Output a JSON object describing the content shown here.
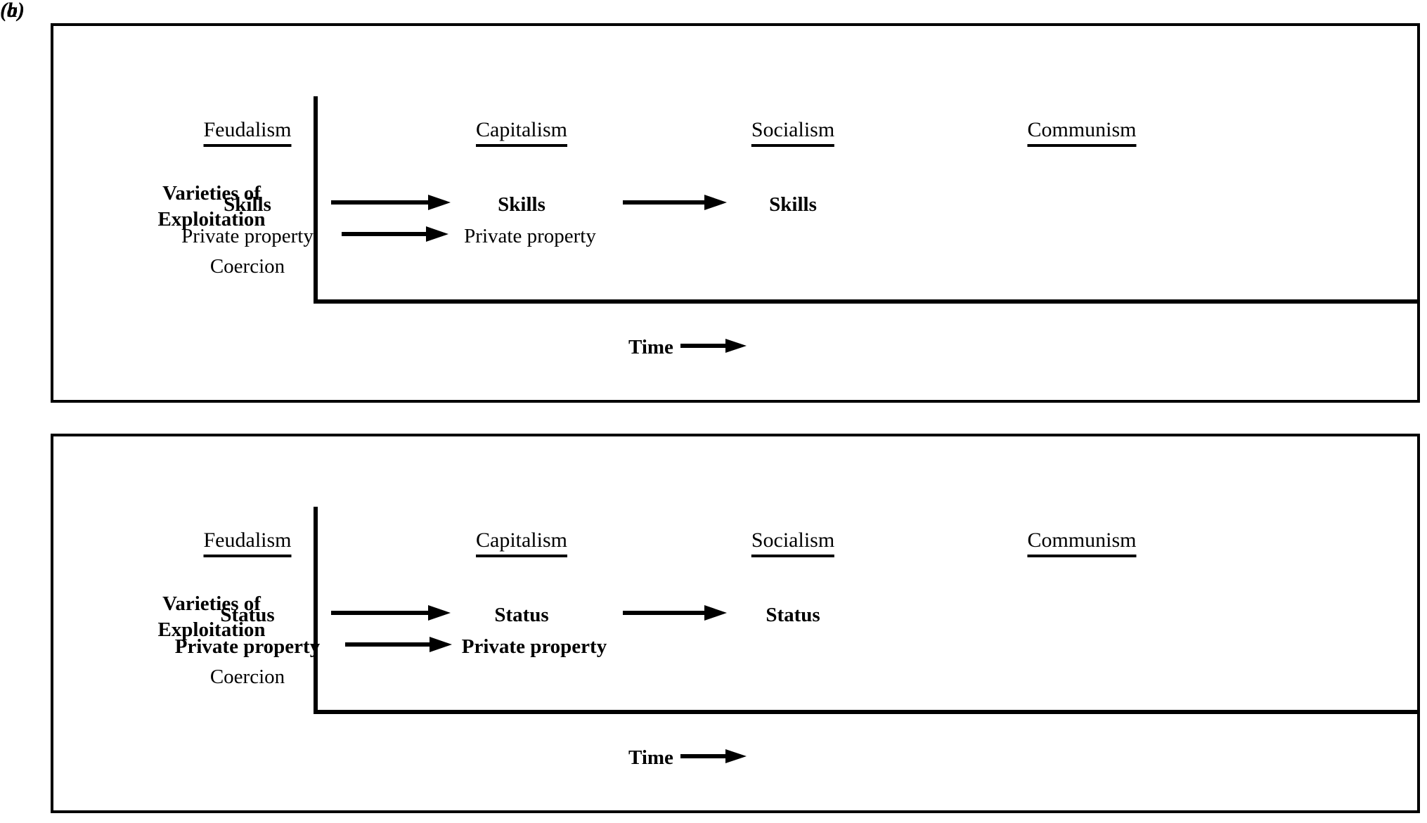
{
  "figure": {
    "background_color": "#ffffff",
    "ink_color": "#000000",
    "panels": [
      {
        "id": "a",
        "label": "(a)",
        "row_label_line1": "Varieties of",
        "row_label_line2": "Exploitation",
        "eras": [
          "Feudalism",
          "Capitalism",
          "Socialism",
          "Communism"
        ],
        "rows": [
          {
            "name": "skills-row",
            "cells": [
              "Skills",
              "Skills",
              "Skills",
              ""
            ],
            "arrows": [
              "feudalism-to-capitalism",
              "capitalism-to-socialism"
            ]
          },
          {
            "name": "private-property-row",
            "cells": [
              "Private property",
              "Private property",
              "",
              ""
            ],
            "arrows": [
              "feudalism-to-capitalism"
            ]
          },
          {
            "name": "coercion-row",
            "cells": [
              "Coercion",
              "",
              "",
              ""
            ],
            "arrows": []
          }
        ],
        "axis_caption": "Time"
      },
      {
        "id": "b",
        "label": "(b)",
        "row_label_line1": "Varieties of",
        "row_label_line2": "Exploitation",
        "eras": [
          "Feudalism",
          "Capitalism",
          "Socialism",
          "Communism"
        ],
        "rows": [
          {
            "name": "status-row",
            "cells": [
              "Status",
              "Status",
              "Status",
              ""
            ],
            "arrows": [
              "feudalism-to-capitalism",
              "capitalism-to-socialism"
            ]
          },
          {
            "name": "private-property-row",
            "cells": [
              "Private property",
              "Private property",
              "",
              ""
            ],
            "arrows": [
              "feudalism-to-capitalism"
            ]
          },
          {
            "name": "coercion-row",
            "cells": [
              "Coercion",
              "",
              "",
              ""
            ],
            "arrows": []
          }
        ],
        "axis_caption": "Time"
      }
    ]
  }
}
